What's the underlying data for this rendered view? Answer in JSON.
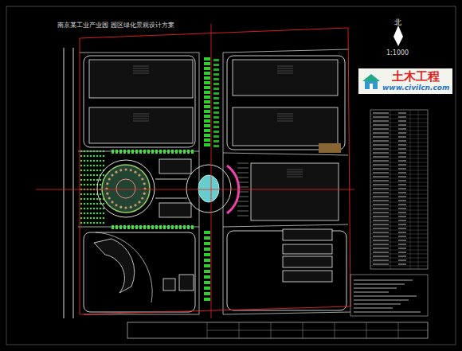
{
  "diagram": {
    "title": "南京某工业产业园 园区绿化景观设计方案",
    "nodes": [
      {
        "text": [
          "土木工程",
          "www.civilcn.com"
        ]
      }
    ],
    "labels": [
      "北",
      "1:1000"
    ]
  }
}
